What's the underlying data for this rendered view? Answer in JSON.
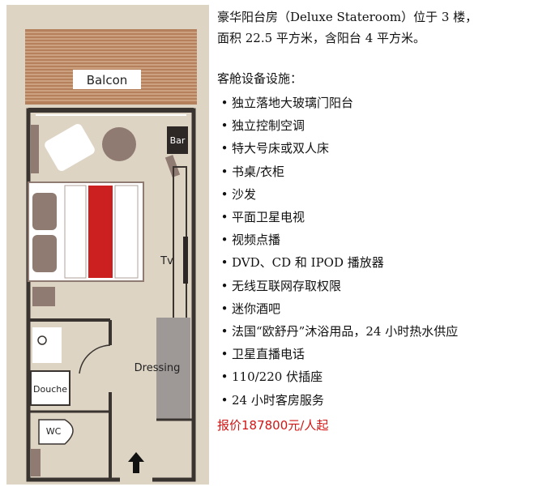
{
  "floorplan": {
    "balcony_label": "Balcon",
    "bar_label": "Bar",
    "tv_label": "Tv",
    "dressing_label": "Dressing",
    "douche_label": "Douche",
    "wc_label": "WC"
  },
  "description": {
    "line1": "豪华阳台房（Deluxe Stateroom）位于 3 楼，",
    "line2": "面积 22.5 平方米，含阳台 4 平方米。"
  },
  "amenities": {
    "title": "客舱设备设施：",
    "items": [
      "独立落地大玻璃门阳台",
      "独立控制空调",
      "特大号床或双人床",
      "书桌/衣柜",
      "沙发",
      "平面卫星电视",
      "视频点播",
      "DVD、CD 和 IPOD 播放器",
      "无线互联网存取权限",
      "迷你酒吧",
      "法国“欧舒丹”沐浴用品，24 小时热水供应",
      "卫星直播电话",
      "110/220 伏插座",
      "24 小时客房服务"
    ]
  },
  "price": {
    "text": "报价187800元/人起",
    "color": "#d01616"
  },
  "colors": {
    "floor_beige": "#ddd4c4",
    "wall_dark": "#3a3431",
    "balcony_wood": "#b5805c",
    "furniture_brown": "#8f7b72",
    "bed_red": "#cc1f1f"
  }
}
